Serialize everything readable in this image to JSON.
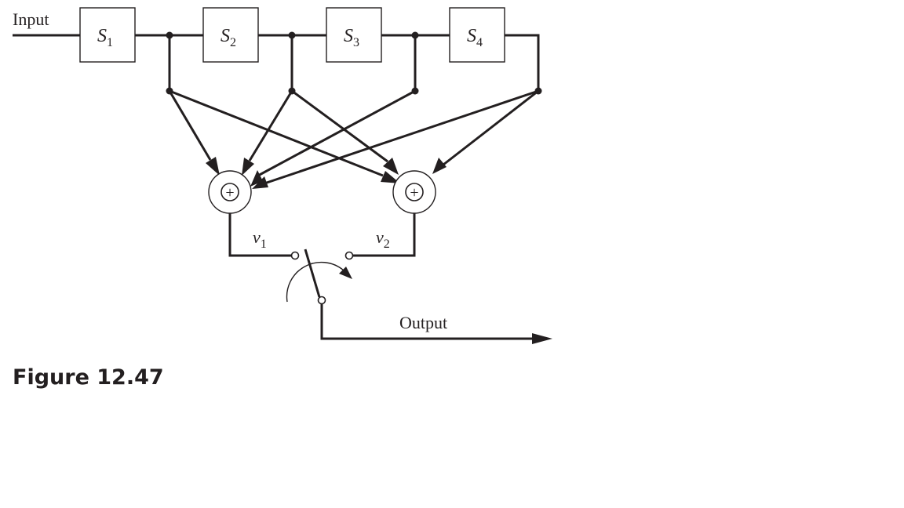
{
  "diagram": {
    "input_label": "Input",
    "output_label": "Output",
    "stages": [
      {
        "letter": "S",
        "sub": "1"
      },
      {
        "letter": "S",
        "sub": "2"
      },
      {
        "letter": "S",
        "sub": "3"
      },
      {
        "letter": "S",
        "sub": "4"
      }
    ],
    "adders": [
      {
        "symbol": "+",
        "output_letter": "v",
        "output_sub": "1"
      },
      {
        "symbol": "+",
        "output_letter": "v",
        "output_sub": "2"
      }
    ]
  },
  "caption": "Figure 12.47"
}
